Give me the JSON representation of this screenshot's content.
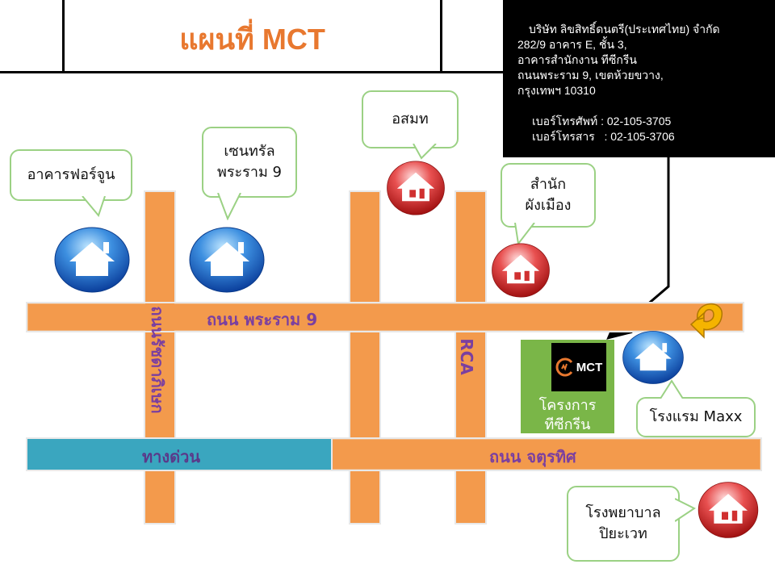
{
  "title": "แผนที่ MCT",
  "company_info": {
    "lines": [
      "บริษัท ลิขสิทธิ์ดนตรี(ประเทศไทย) จำกัด",
      "282/9 อาคาร E, ชั้น 3,",
      "อาคารสำนักงาน ทีซีกรีน",
      "ถนนพระราม 9, เขตห้วยขวาง,",
      "กรุงเทพฯ 10310"
    ],
    "phone": "เบอร์โทรศัพท์ : 02-105-3705",
    "fax": "เบอร์โทรสาร   : 02-105-3706"
  },
  "roads": {
    "rama9": "ถนน พระราม 9",
    "chatuthit": "ถนน จตุรทิศ",
    "expressway": "ทางด่วน",
    "vertical_left": "ถนนรัชดาภิเษก",
    "rca": "RCA"
  },
  "landmarks": {
    "fortune": "อาคารฟอร์จูน",
    "central_line1": "เซนทรัล",
    "central_line2": "พระราม 9",
    "osmt": "อสมท",
    "city_plan_line1": "สำนัก",
    "city_plan_line2": "ผังเมือง",
    "hotel": "โรงแรม Maxx",
    "hospital_line1": "โรงพยาบาล",
    "hospital_line2": "ปิยะเวท"
  },
  "project": {
    "logo_text": "MCT",
    "line1": "โครงการ",
    "line2": "ทีซีกรีน"
  },
  "icons": {
    "blue_pin": "house-icon-blue",
    "red_pin": "house-icon-red",
    "u_turn": "u-turn-arrow-icon"
  },
  "colors": {
    "road": "#f39a4c",
    "expressway": "#3aa6bf",
    "title": "#e8782f",
    "road_label": "#7a3fa0",
    "project_box": "#7ab648"
  }
}
